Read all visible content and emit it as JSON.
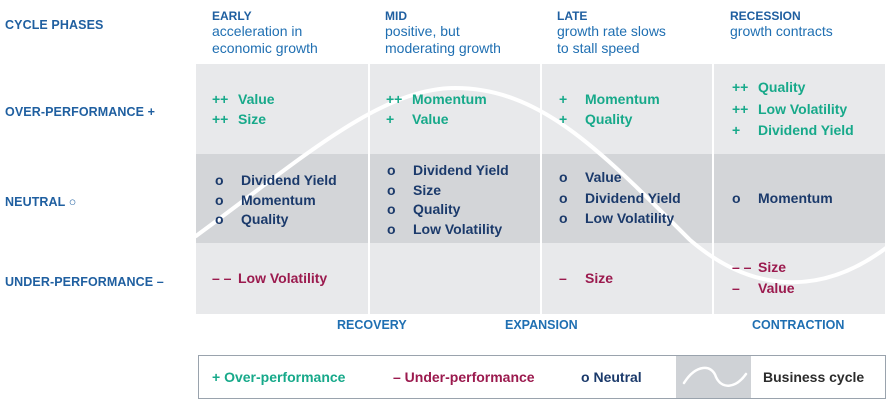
{
  "header": {
    "cycle_phases_label": "CYCLE PHASES",
    "phases": [
      {
        "title": "EARLY",
        "desc_line1": "acceleration in",
        "desc_line2": "economic growth"
      },
      {
        "title": "MID",
        "desc_line1": "positive, but",
        "desc_line2": "moderating growth"
      },
      {
        "title": "LATE",
        "desc_line1": "growth rate slows",
        "desc_line2": "to stall speed"
      },
      {
        "title": "RECESSION",
        "desc_line1": "growth contracts",
        "desc_line2": ""
      }
    ]
  },
  "rows": {
    "over": "OVER-PERFORMANCE +",
    "neutral": "NEUTRAL ○",
    "under": "UNDER-PERFORMANCE –"
  },
  "cells": {
    "early": {
      "over": [
        {
          "sym": "++",
          "label": "Value"
        },
        {
          "sym": "++",
          "label": "Size"
        }
      ],
      "neutral": [
        {
          "sym": "o",
          "label": "Dividend Yield"
        },
        {
          "sym": "o",
          "label": "Momentum"
        },
        {
          "sym": "o",
          "label": "Quality"
        }
      ],
      "under": [
        {
          "sym": "– –",
          "label": "Low Volatility"
        }
      ]
    },
    "mid": {
      "over": [
        {
          "sym": "++",
          "label": "Momentum"
        },
        {
          "sym": "+",
          "label": "Value"
        }
      ],
      "neutral": [
        {
          "sym": "o",
          "label": "Dividend Yield"
        },
        {
          "sym": "o",
          "label": "Size"
        },
        {
          "sym": "o",
          "label": "Quality"
        },
        {
          "sym": "o",
          "label": "Low Volatility"
        }
      ]
    },
    "late": {
      "over": [
        {
          "sym": "+",
          "label": "Momentum"
        },
        {
          "sym": "+",
          "label": "Quality"
        }
      ],
      "neutral": [
        {
          "sym": "o",
          "label": "Value"
        },
        {
          "sym": "o",
          "label": "Dividend Yield"
        },
        {
          "sym": "o",
          "label": "Low Volatility"
        }
      ],
      "under": [
        {
          "sym": "–",
          "label": "Size"
        }
      ]
    },
    "recession": {
      "over": [
        {
          "sym": "++",
          "label": "Quality"
        },
        {
          "sym": "++",
          "label": "Low Volatility"
        },
        {
          "sym": "+",
          "label": "Dividend Yield"
        }
      ],
      "neutral": [
        {
          "sym": "o",
          "label": "Momentum"
        }
      ],
      "under": [
        {
          "sym": "– –",
          "label": "Size"
        },
        {
          "sym": "–",
          "label": "Value"
        }
      ]
    }
  },
  "stages": {
    "recovery": "RECOVERY",
    "expansion": "EXPANSION",
    "contraction": "CONTRACTION"
  },
  "legend": {
    "over": "+ Over-performance",
    "under": "– Under-performance",
    "neutral_sym": "o",
    "neutral": "Neutral",
    "business_cycle": "Business cycle"
  },
  "colors": {
    "over": "#17a98a",
    "under": "#9b1a4e",
    "neutral": "#1b3a6b",
    "header": "#1f5fa0",
    "band_light": "#e8e9eb",
    "band_dark": "#d3d5d8",
    "wave": "#ffffff"
  }
}
